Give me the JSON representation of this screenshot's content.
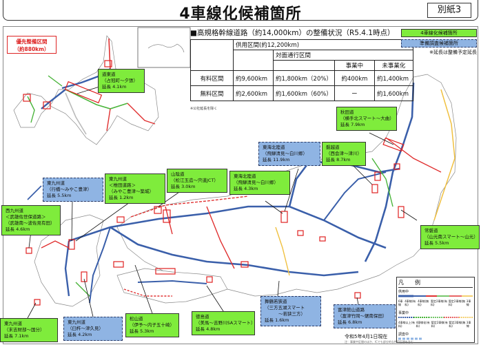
{
  "header": {
    "title": "4車線化候補箇所",
    "annex_label": "別紙3"
  },
  "priority_box": {
    "line1": "優先整備区間",
    "line2": "（約880km）"
  },
  "status_table": {
    "title": "■高規格幹線道路（約14,000km）の整備状況（R5.4.1時点）",
    "header_in_service": "供用区間(約12,200km)",
    "header_two_way": "対面通行区間",
    "header_in_progress": "事業中",
    "header_not_started": "未事業化",
    "rows": [
      {
        "label": "有料区間",
        "in_service": "約9,600km",
        "two_way": "約1,800km（20%）",
        "in_progress": "約400km",
        "not_started": "約1,400km"
      },
      {
        "label": "無料区間",
        "in_service": "約2,600km",
        "two_way": "約1,600km（60%）",
        "in_progress": "ー",
        "not_started": "約1,600km"
      }
    ],
    "footnote": "※公社延長を除く"
  },
  "legend_top": {
    "green_label": "4車線化候補箇所",
    "blue_label": "準備調査候補箇所",
    "note": "※延長は整備予定延長"
  },
  "callouts": [
    {
      "type": "green",
      "road": "道東道",
      "section": "（占冠町～夕張）",
      "length": "延長 4.1km"
    },
    {
      "type": "green",
      "road": "秋田道",
      "section": "（横手北スマート～大曲）",
      "length": "延長 7.9km"
    },
    {
      "type": "blue",
      "road": "東海北陸道",
      "section": "（飛騨清見～白川郷）",
      "length": "延長 11.9km"
    },
    {
      "type": "green",
      "road": "磐越道",
      "section": "（西会津～津川）",
      "length": "延長 8.7km"
    },
    {
      "type": "blue",
      "road": "東九州道",
      "section": "（行橋～みやこ豊津）",
      "length": "延長 5.5km"
    },
    {
      "type": "green",
      "road": "東九州道",
      "sub": "＜椎田道路＞",
      "section": "（みやこ豊津～築城）",
      "length": "延長 1.2km"
    },
    {
      "type": "green",
      "road": "山陰道",
      "section": "（松江玉造～宍道JCT）",
      "length": "延長 3.0km"
    },
    {
      "type": "green",
      "road": "東海北陸道",
      "section": "（飛騨清見～白川郷）",
      "length": "延長 4.3km"
    },
    {
      "type": "green",
      "road": "西九州道",
      "sub": "＜武雄佐世保道路＞",
      "section": "（武雄南～波佐見有田）",
      "length": "延長 4.6km"
    },
    {
      "type": "green",
      "road": "常磐道",
      "section": "（山元南スマート～山元）",
      "length": "延長 5.5km"
    },
    {
      "type": "green",
      "road": "東九州道",
      "section": "（末吉財部～国分）",
      "length": "延長 7.1km"
    },
    {
      "type": "blue",
      "road": "東九州道",
      "section": "（臼杵～津久見）",
      "length": "延長 4.2km"
    },
    {
      "type": "green",
      "road": "松山道",
      "section": "（伊予～内子五十崎）",
      "length": "延長 5.3km"
    },
    {
      "type": "green",
      "road": "徳島道",
      "section": "（美馬～吉野川SAスマート）",
      "length": "延長 4.8km"
    },
    {
      "type": "blue",
      "road": "舞鶴若狭道",
      "section": "（三方五湖スマート",
      "section2": "～若狭三方）",
      "length": "延長 1.6km"
    },
    {
      "type": "blue",
      "road": "富津館山道路",
      "section": "（富津竹岡～鋸南保田）",
      "length": "延長 6.8km"
    }
  ],
  "map_legend": {
    "title": "凡　例",
    "in_service_label": "供用中",
    "in_service_items": [
      "6車線",
      "4車線(有料)",
      "4車線(無料)",
      "暫定2車線(有料)",
      "暫定2車線(無料)",
      "3車線"
    ],
    "in_progress_label": "事業中",
    "in_progress_items": [
      "4車線以上(有料)",
      "4車線化(有料)",
      "暫定2車線(有料)",
      "暫定2車線(無料)",
      "3車線"
    ],
    "planned_label": "調査中",
    "colors": {
      "six_lane": "#3a5faa",
      "four_toll": "#3a5faa",
      "four_free": "#e03030",
      "two_toll": "#49b43a",
      "two_free": "#e03030",
      "three": "#f0c040"
    }
  },
  "date": "令和5年4月1日現在",
  "date_note": "注：事業中区間のほか、ICでも部分的な供用区間を含む"
}
